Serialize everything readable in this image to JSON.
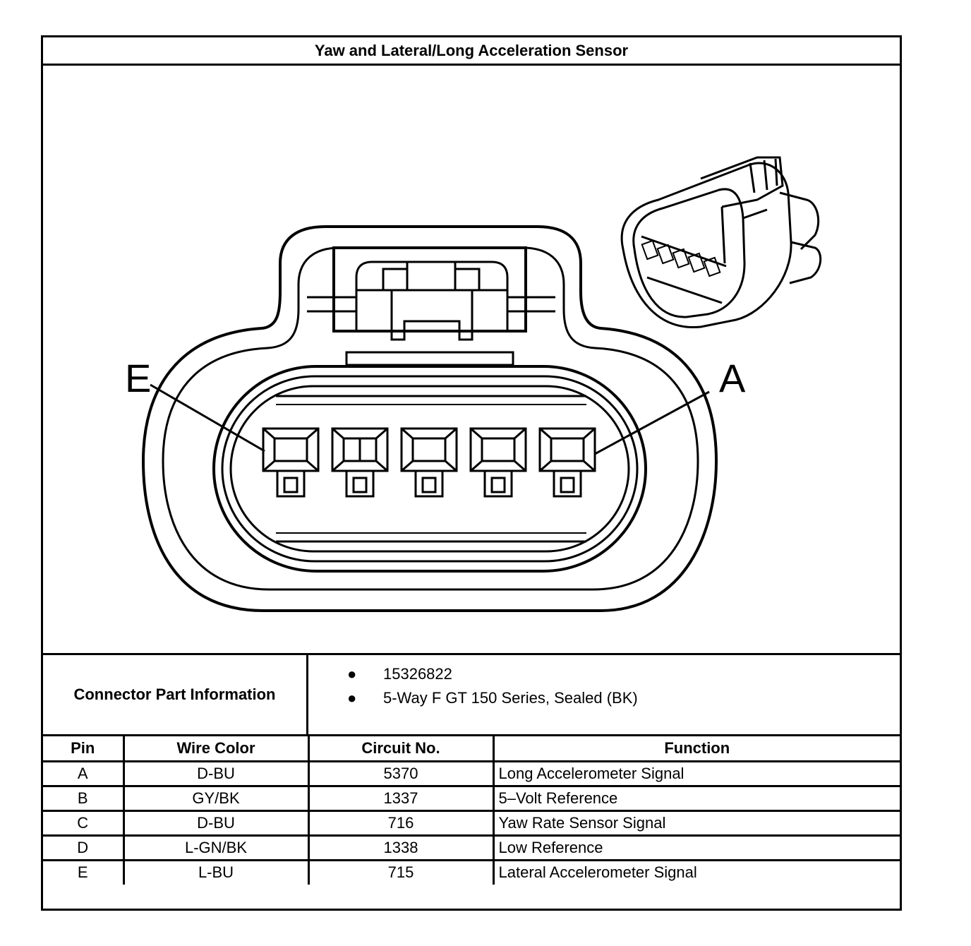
{
  "title": "Yaw and Lateral/Long Acceleration Sensor",
  "pin_callouts": {
    "left": "E",
    "right": "A"
  },
  "connector_info": {
    "label": "Connector Part Information",
    "items": [
      "15326822",
      "5-Way F GT 150 Series, Sealed (BK)"
    ]
  },
  "pin_table": {
    "headers": {
      "pin": "Pin",
      "wire_color": "Wire Color",
      "circuit": "Circuit No.",
      "function": "Function"
    },
    "rows": [
      {
        "pin": "A",
        "wire_color": "D-BU",
        "circuit": "5370",
        "function": "Long Accelerometer Signal"
      },
      {
        "pin": "B",
        "wire_color": "GY/BK",
        "circuit": "1337",
        "function": "5–Volt Reference"
      },
      {
        "pin": "C",
        "wire_color": "D-BU",
        "circuit": "716",
        "function": "Yaw Rate Sensor Signal"
      },
      {
        "pin": "D",
        "wire_color": "L-GN/BK",
        "circuit": "1338",
        "function": "Low Reference"
      },
      {
        "pin": "E",
        "wire_color": "L-BU",
        "circuit": "715",
        "function": "Lateral Accelerometer Signal"
      }
    ]
  }
}
